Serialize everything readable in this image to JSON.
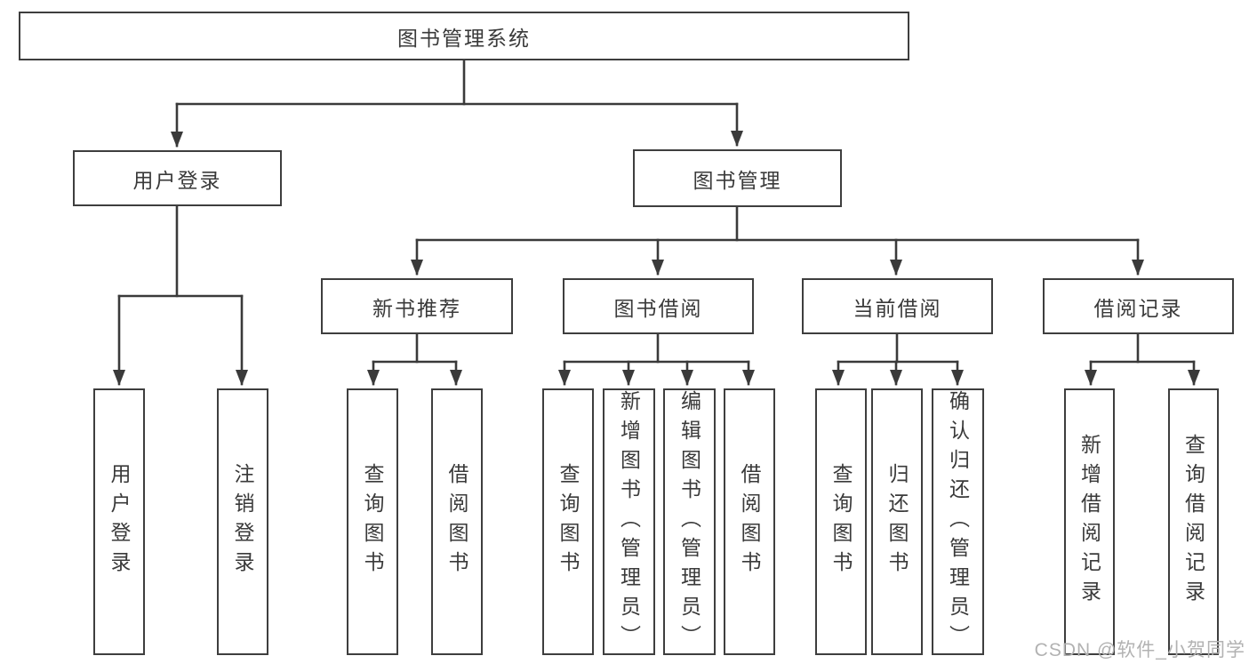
{
  "diagram_type": "hierarchy-tree",
  "tree": {
    "root": {
      "label": "图书管理系统",
      "children": [
        {
          "label": "用户登录",
          "children": [
            {
              "label": "用户登录"
            },
            {
              "label": "注销登录"
            }
          ]
        },
        {
          "label": "图书管理",
          "children": [
            {
              "label": "新书推荐",
              "children": [
                {
                  "label": "查询图书"
                },
                {
                  "label": "借阅图书"
                }
              ]
            },
            {
              "label": "图书借阅",
              "children": [
                {
                  "label": "查询图书"
                },
                {
                  "label": "新增图书（管理员）"
                },
                {
                  "label": "编辑图书（管理员）"
                },
                {
                  "label": "借阅图书"
                }
              ]
            },
            {
              "label": "当前借阅",
              "children": [
                {
                  "label": "查询图书"
                },
                {
                  "label": "归还图书"
                },
                {
                  "label": "确认归还（管理员）"
                }
              ]
            },
            {
              "label": "借阅记录",
              "children": [
                {
                  "label": "新增借阅记录"
                },
                {
                  "label": "查询借阅记录"
                }
              ]
            }
          ]
        }
      ]
    }
  },
  "watermark": {
    "text": "CSDN @软件_小贺同学"
  },
  "colors": {
    "line": "#3a3a3a",
    "box_border": "#3e3e3e",
    "text": "#3a3a3a",
    "background": "#ffffff",
    "watermark": "#b2b2b2"
  }
}
